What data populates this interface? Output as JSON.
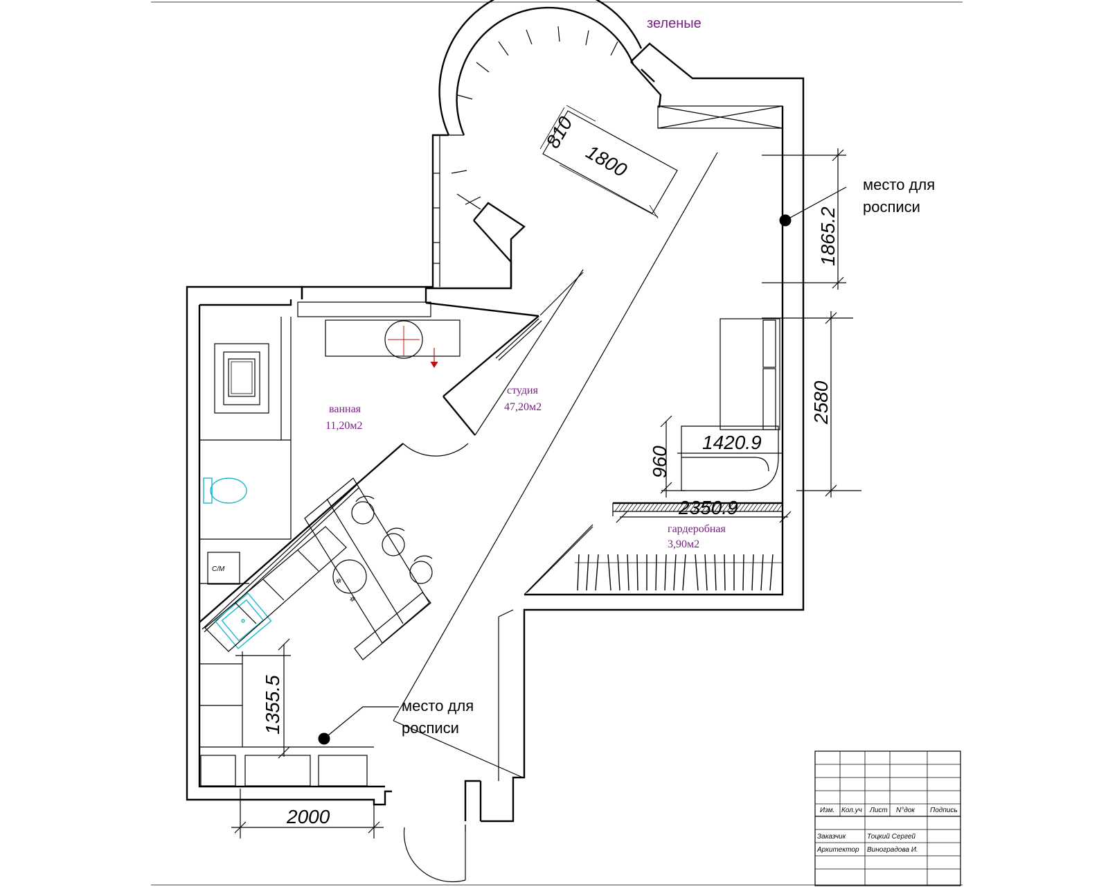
{
  "labels": {
    "greenery": "зеленые",
    "paint_spot_1_line1": "место для",
    "paint_spot_1_line2": "росписи",
    "paint_spot_2_line1": "место для",
    "paint_spot_2_line2": "росписи",
    "washer": "С/М"
  },
  "rooms": {
    "bath_name": "ванная",
    "bath_area": "11,20м2",
    "studio_name": "студия",
    "studio_area": "47,20м2",
    "wardrobe_name": "гардеробная",
    "wardrobe_area": "3,90м2"
  },
  "dimensions": {
    "bed_width": "810",
    "bed_length": "1800",
    "wall_paint_height": "1865.2",
    "sofa_zone": "2580",
    "sofa_depth": "960",
    "sofa_length": "1420.9",
    "wardrobe_length": "2350.9",
    "kitchen_depth": "1355.5",
    "kitchen_width": "2000"
  },
  "title_block": {
    "headers": [
      "Изм.",
      "Кол.уч",
      "Лист",
      "N°док",
      "Подпись"
    ],
    "customer_label": "Заказчик",
    "customer_name": "Тоцкий Сергей",
    "architect_label": "Архитектор",
    "architect_name": "Виноградова И."
  }
}
